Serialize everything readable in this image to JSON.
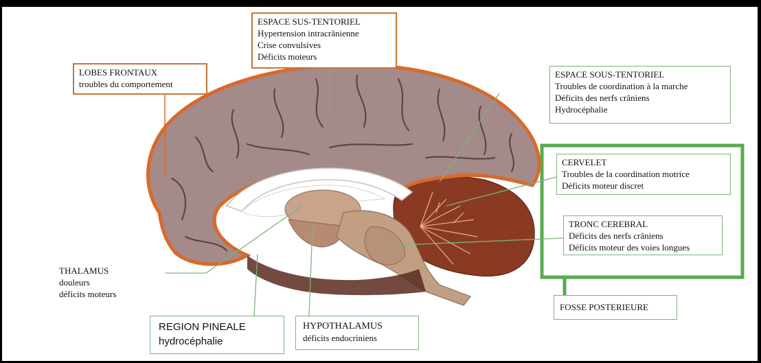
{
  "labels": {
    "espace_sus": {
      "title": "ESPACE SUS-TENTORIEL",
      "lines": [
        "Hypertension intracrânienne",
        "Crise convulsives",
        "Déficits moteurs"
      ]
    },
    "lobes_frontaux": {
      "title": "LOBES FRONTAUX",
      "lines": [
        "troubles du comportement"
      ]
    },
    "espace_sous": {
      "title": "ESPACE SOUS-TENTORIEL",
      "lines": [
        "Troubles de coordination à la marche",
        "Déficits des nerfs crâniens",
        "Hydrocéphalie"
      ]
    },
    "cervelet": {
      "title": "CERVELET",
      "lines": [
        "Troubles de la coordination motrice",
        "Déficits moteur discret"
      ]
    },
    "tronc": {
      "title": "TRONC CEREBRAL",
      "lines": [
        "Déficits des nerfs crâniens",
        "Déficits moteur des voies longues"
      ]
    },
    "thalamus": {
      "title": "THALAMUS",
      "lines": [
        "douleurs",
        "déficits moteurs"
      ]
    },
    "pineale": {
      "title": "REGION PINEALE",
      "lines": [
        "hydrocéphalie"
      ]
    },
    "hypothalamus": {
      "title": "HYPOTHALAMUS",
      "lines": [
        "déficits endocriniens"
      ]
    },
    "fosse": {
      "title": "FOSSE POSTERIEURE"
    }
  },
  "colors": {
    "orange_border": "#c8743a",
    "green_line": "#7bb57b",
    "cortex": "#a48a88",
    "cerebellum": "#8a3a22"
  }
}
